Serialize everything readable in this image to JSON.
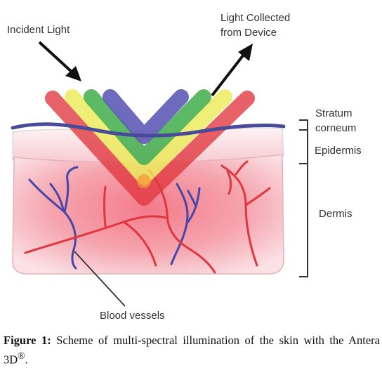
{
  "labels": {
    "incident_light": "Incident Light",
    "light_collected_line1": "Light Collected",
    "light_collected_line2": "from Device",
    "stratum_line1": "Stratum",
    "stratum_line2": "corneum",
    "epidermis": "Epidermis",
    "dermis": "Dermis",
    "blood_vessels": "Blood vessels"
  },
  "caption": {
    "label": "Figure 1:",
    "text": " Scheme of multi-spectral illumination of the skin with the Antera 3D",
    "superscript": "®",
    "end": "."
  },
  "colors": {
    "beam_red": "#e0363d",
    "beam_orange": "#f39a3a",
    "beam_yellow": "#eceb5a",
    "beam_green": "#3fae4c",
    "beam_blue": "#5a55b4",
    "stratum_line": "#4a4a9a",
    "vessel_red": "#e0363d",
    "vessel_blue": "#4646a8",
    "dermis_fill": "#f4a2ab",
    "epidermis_fill": "#fbe6e9"
  },
  "icons": {
    "layer_bracket": "bracket-icon",
    "pointer": "arrow-icon"
  }
}
